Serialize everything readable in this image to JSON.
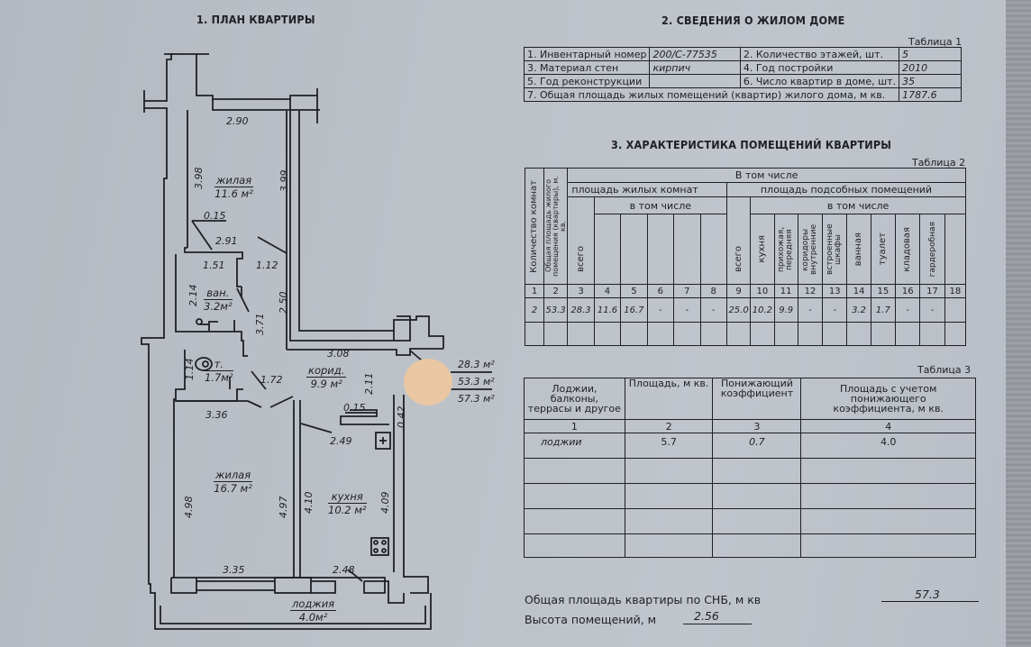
{
  "plan": {
    "title": "1. ПЛАН КВАРТИРЫ",
    "rooms": [
      {
        "name": "жилая",
        "area": "11.6 м²"
      },
      {
        "name": "ван.",
        "area": "3.2м²"
      },
      {
        "name": "т.",
        "area": "1.7м²"
      },
      {
        "name": "корид.",
        "area": "9.9 м²"
      },
      {
        "name": "жилая",
        "area": "16.7 м²"
      },
      {
        "name": "кухня",
        "area": "10.2 м²"
      },
      {
        "name": "лоджия",
        "area": "4.0м²"
      }
    ],
    "dims": {
      "d290": "2.90",
      "d398": "3.98",
      "d399": "3.99",
      "d015a": "0.15",
      "d291": "2.91",
      "d151": "1.51",
      "d112": "1.12",
      "d214": "2.14",
      "d371": "3.71",
      "d250": "2.50",
      "d114": "1.14",
      "d172": "1.72",
      "d308": "3.08",
      "d211": "2.11",
      "d336": "3.36",
      "d015b": "0.15",
      "d042": "0.42",
      "d249": "2.49",
      "d498": "4.98",
      "d497": "4.97",
      "d410": "4.10",
      "d409": "4.09",
      "d335": "3.35",
      "d248": "2.48"
    },
    "totals": [
      "28.3 м²",
      "53.3 м²",
      "57.3 м²"
    ]
  },
  "house": {
    "title": "2. СВЕДЕНИЯ О ЖИЛОМ ДОМЕ",
    "table_label": "Таблица 1",
    "rows": [
      {
        "l1": "1. Инвентарный номер",
        "v1": "200/С-77535",
        "l2": "2. Количество этажей, шт.",
        "v2": "5"
      },
      {
        "l1": "3. Материал стен",
        "v1": "кирпич",
        "l2": "4. Год постройки",
        "v2": "2010"
      },
      {
        "l1": "5. Год реконструкции",
        "v1": "",
        "l2": "6. Число квартир в доме, шт.",
        "v2": "35"
      }
    ],
    "total_label": "7. Общая площадь жилых помещений (квартир) жилого дома, м кв.",
    "total_value": "1787.6"
  },
  "rooms_char": {
    "title": "3. ХАРАКТЕРИСТИКА ПОМЕЩЕНИЙ КВАРТИРЫ",
    "table_label": "Таблица 2",
    "h_rooms_count": "Количество комнат",
    "h_total_area": "Общая площадь жилого помещения (квартиры), м. кв.",
    "h_incl": "В том числе",
    "h_living": "площадь жилых комнат",
    "h_aux": "площадь подсобных помещений",
    "h_incl2": "в том числе",
    "h_incl3": "в том числе",
    "h_total": "всего",
    "h_total2": "всего",
    "h_kitchen": "кухня",
    "h_hall": "прихожая, передняя",
    "h_corr": "коридоры внутренние",
    "h_closets": "встроенные шкафы",
    "h_bath": "ванная",
    "h_wc": "туалет",
    "h_pantry": "кладовая",
    "h_wardrobe": "гардеробная",
    "col_numbers": [
      "1",
      "2",
      "3",
      "4",
      "5",
      "6",
      "7",
      "8",
      "9",
      "10",
      "11",
      "12",
      "13",
      "14",
      "15",
      "16",
      "17",
      "18"
    ],
    "values": [
      "2",
      "53.3",
      "28.3",
      "11.6",
      "16.7",
      "-",
      "-",
      "-",
      "25.0",
      "10.2",
      "9.9",
      "-",
      "-",
      "3.2",
      "1.7",
      "-",
      "-",
      ""
    ]
  },
  "loggia": {
    "table_label": "Таблица 3",
    "headers": [
      "Лоджии, балконы, террасы и другое",
      "Площадь, м кв.",
      "Понижающий коэффициент",
      "Площадь с учетом понижающего коэффициента, м кв."
    ],
    "col_numbers": [
      "1",
      "2",
      "3",
      "4"
    ],
    "rows": [
      [
        "лоджии",
        "5.7",
        "0.7",
        "4.0"
      ]
    ]
  },
  "summary": {
    "total_label": "Общая площадь квартиры по СНБ, м кв",
    "total_value": "57.3",
    "height_label": "Высота помещений, м",
    "height_value": "2.56"
  }
}
